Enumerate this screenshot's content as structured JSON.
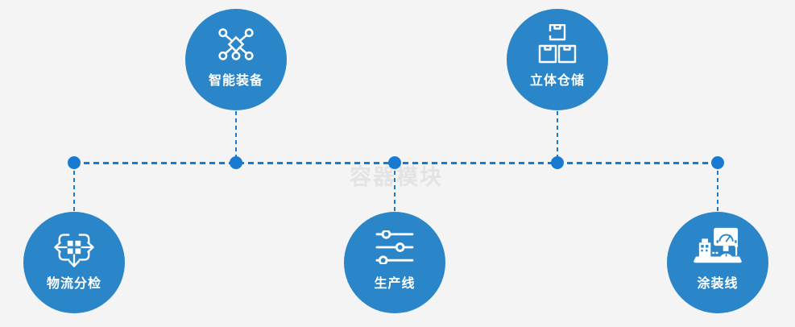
{
  "watermark": "容器模块",
  "colors": {
    "background": "#f4f4f5",
    "circle": "#2a86c8",
    "connector": "#187bd1",
    "watermark": "#e3e3e5",
    "icon": "#ffffff"
  },
  "nodes": [
    {
      "id": "intelligent-equipment",
      "label": "智能装备",
      "icon": "network-nodes-icon",
      "row": "top"
    },
    {
      "id": "stereo-warehouse",
      "label": "立体仓储",
      "icon": "stacked-boxes-icon",
      "row": "top"
    },
    {
      "id": "logistics-sorting",
      "label": "物流分检",
      "icon": "sorting-arrows-icon",
      "row": "bottom"
    },
    {
      "id": "production-line",
      "label": "生产线",
      "icon": "sliders-icon",
      "row": "bottom"
    },
    {
      "id": "coating-line",
      "label": "涂装线",
      "icon": "control-station-icon",
      "row": "bottom"
    }
  ]
}
